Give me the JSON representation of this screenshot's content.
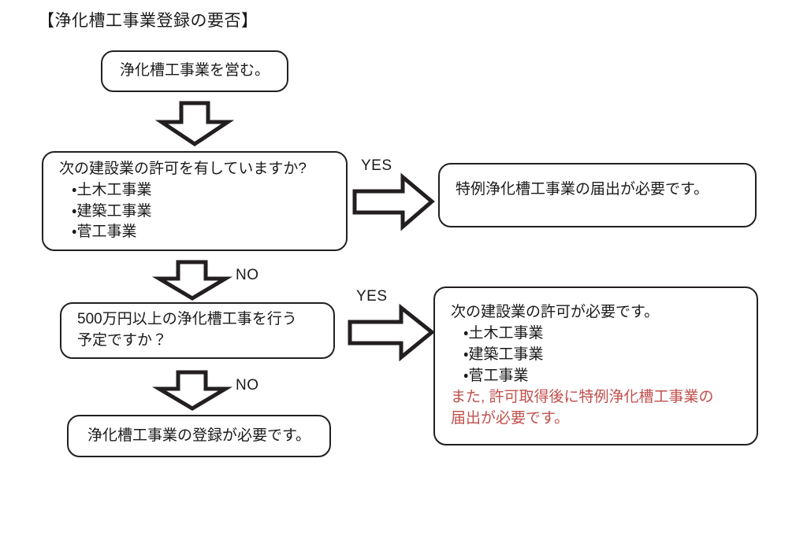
{
  "document": {
    "title": "【浄化槽工事業登録の要否】",
    "colors": {
      "outline": "#231f20",
      "text": "#1a1a1a",
      "alert_text": "#c0504d",
      "background": "#ffffff"
    }
  },
  "flowchart": {
    "type": "decision-flowchart",
    "start": {
      "id": "start",
      "text": "浄化槽工事業を営む。"
    },
    "decisions": [
      {
        "id": "decision-license",
        "question": "次の建設業の許可を有していますか?",
        "bullets": [
          "・土木工事業",
          "・建築工事業",
          "・菅工事業"
        ],
        "yes_label": "YES",
        "no_label": "NO"
      },
      {
        "id": "decision-amount",
        "question_line1": "500万円以上の浄化槽工事を行う",
        "question_line2": "予定ですか？",
        "yes_label": "YES",
        "no_label": "NO"
      }
    ],
    "outcomes": [
      {
        "id": "outcome-tokurei-todokede",
        "text": "特例浄化槽工事業の届出が必要です。"
      },
      {
        "id": "outcome-kyoka-hitsuyou",
        "heading": "次の建設業の許可が必要です。",
        "bullets": [
          "・土木工事業",
          "・建築工事業",
          "・菅工事業"
        ],
        "note_line1": "また, 許可取得後に特例浄化槽工事業の",
        "note_line2": "届出が必要です。"
      },
      {
        "id": "outcome-touroku-hitsuyou",
        "text": "浄化槽工事業の登録が必要です。"
      }
    ],
    "arrows": [
      {
        "id": "arrow-start-to-decision-license",
        "direction": "down",
        "label": ""
      },
      {
        "id": "arrow-decision-license-yes",
        "direction": "right",
        "label": "YES"
      },
      {
        "id": "arrow-decision-license-no",
        "direction": "down",
        "label": "NO"
      },
      {
        "id": "arrow-decision-amount-yes",
        "direction": "right",
        "label": "YES"
      },
      {
        "id": "arrow-decision-amount-no",
        "direction": "down",
        "label": "NO"
      }
    ]
  }
}
